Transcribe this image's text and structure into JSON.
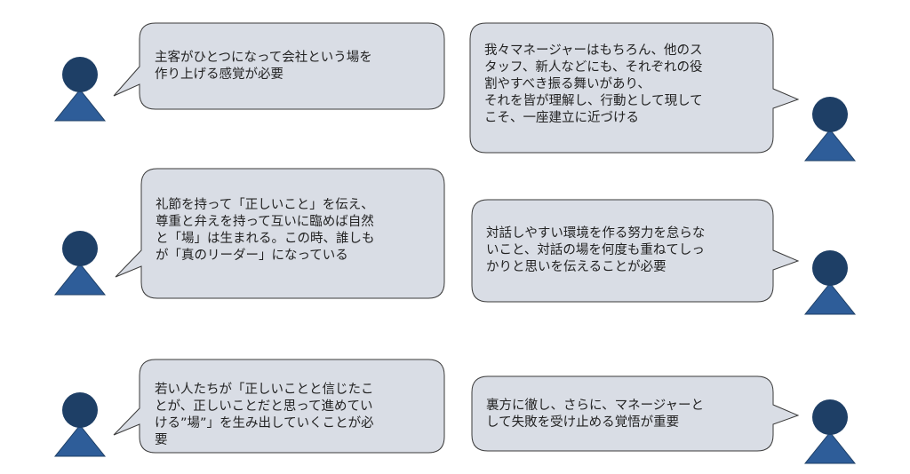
{
  "colors": {
    "bubble_fill": "#d9dde5",
    "bubble_stroke": "#3a3a3a",
    "person_head": "#1e3f66",
    "person_body": "#2e5d99",
    "text": "#222222"
  },
  "icons": [
    "person-icon"
  ],
  "bubbles": [
    {
      "text": "主客がひとつになって会社という場を\n作り上げる感覚が必要"
    },
    {
      "text": "我々マネージャーはもちろん、他のス\nタッフ、新人などにも、それぞれの役\n割やすべき振る舞いがあり、\nそれを皆が理解し、行動として現して\nこそ、一座建立に近づける"
    },
    {
      "text": "礼節を持って「正しいこと」を伝え、\n尊重と弁えを持って互いに臨めば自然\nと「場」は生まれる。この時、誰しも\nが「真のリーダー」になっている"
    },
    {
      "text": "対話しやすい環境を作る努力を怠らな\nいこと、対話の場を何度も重ねてしっ\nかりと思いを伝えることが必要"
    },
    {
      "text": "若い人たちが「正しいことと信じたこ\nとが、正しいことだと思って進めてい\nける”場”」を生み出していくことが必\n要"
    },
    {
      "text": "裏方に徹し、さらに、マネージャーと\nして失敗を受け止める覚悟が重要"
    }
  ]
}
